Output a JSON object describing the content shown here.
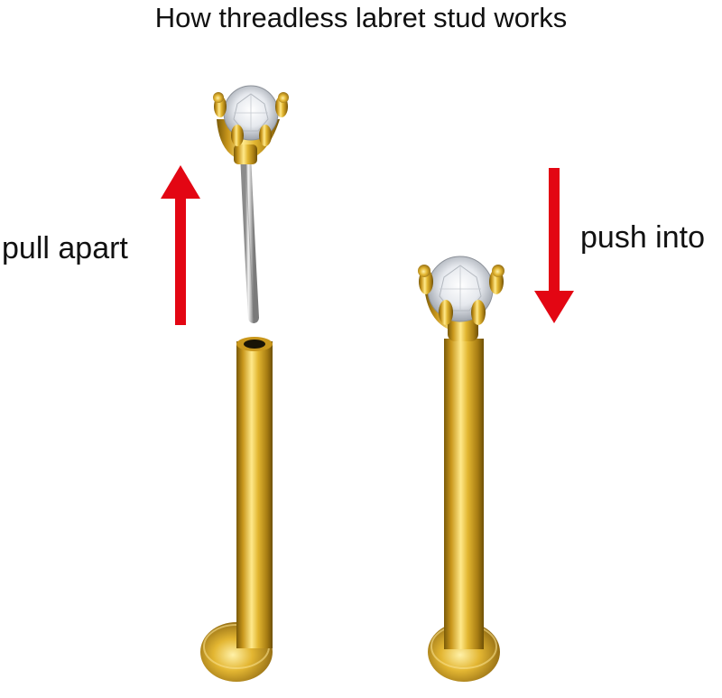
{
  "title": "How threadless labret stud works",
  "labels": {
    "pull": "pull apart",
    "push": "push into"
  },
  "icons": {
    "up_arrow": "arrow-up-icon",
    "down_arrow": "arrow-down-icon"
  },
  "colors": {
    "arrow": "#e30613",
    "gold": "#d9ae22",
    "silver": "#c8c8c8",
    "gem": "#f2f4f7"
  }
}
